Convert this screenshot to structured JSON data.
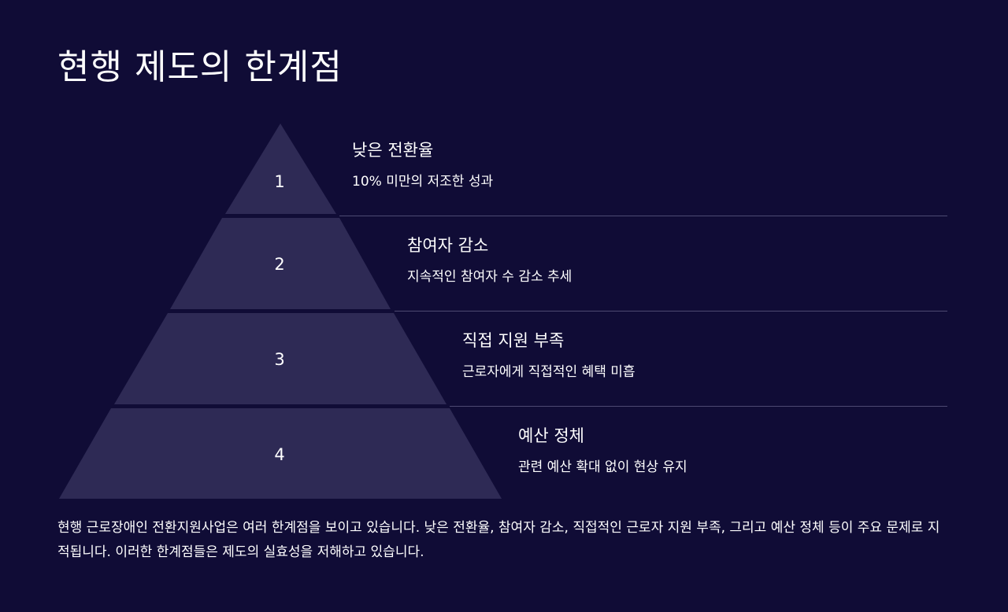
{
  "title": "현행 제도의 한계점",
  "colors": {
    "background": "#100c36",
    "tier_fill": "#2e2a55",
    "divider": "#4d4a72",
    "text": "#ffffff"
  },
  "levels": [
    {
      "number": "1",
      "heading": "낮은 전환율",
      "description": "10% 미만의 저조한 성과"
    },
    {
      "number": "2",
      "heading": "참여자 감소",
      "description": "지속적인 참여자 수 감소 추세"
    },
    {
      "number": "3",
      "heading": "직접 지원 부족",
      "description": "근로자에게 직접적인 혜택 미흡"
    },
    {
      "number": "4",
      "heading": "예산 정체",
      "description": "관련 예산 확대 없이 현상 유지"
    }
  ],
  "summary": "현행 근로장애인 전환지원사업은 여러 한계점을 보이고 있습니다. 낮은 전환율, 참여자 감소, 직접적인 근로자 지원 부족, 그리고 예산 정체 등이 주요 문제로 지적됩니다. 이러한 한계점들은 제도의 실효성을 저해하고 있습니다."
}
